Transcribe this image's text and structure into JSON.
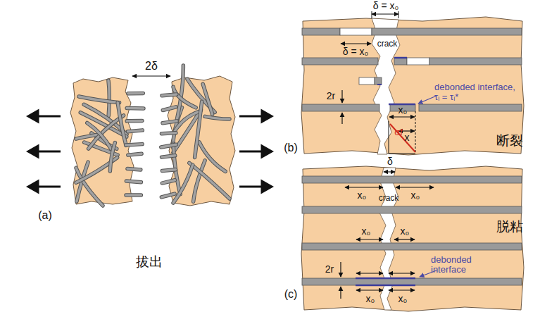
{
  "diagram": {
    "labels": [
      "2δ",
      "(a)",
      "拔出",
      "δ = x₀",
      "δ = x₀",
      "crack",
      "2r",
      "debonded interface, τᵢ = τᵢ*",
      "x₀",
      "x",
      "σf",
      "(b)",
      "断裂",
      "δ",
      "x₀",
      "crack",
      "x₀",
      "x₀",
      "x₀",
      "2r",
      "debonded interface",
      "x₀",
      "x₀",
      "(c)",
      "脱粘"
    ]
  }
}
